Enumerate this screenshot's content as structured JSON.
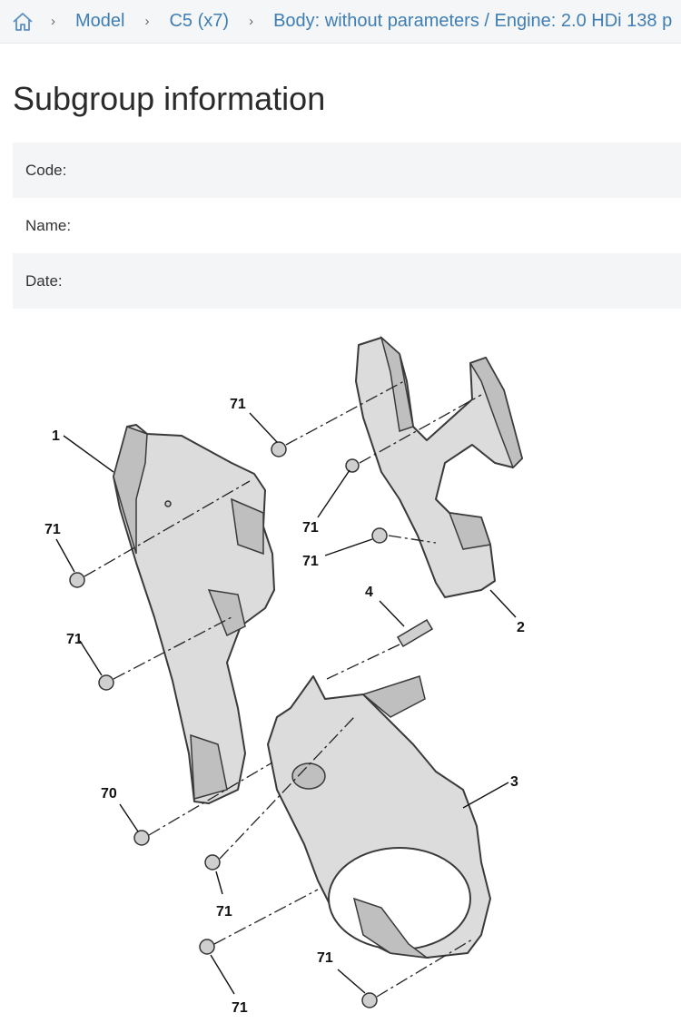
{
  "breadcrumb": {
    "items": [
      {
        "label": "Model"
      },
      {
        "label": "C5 (x7)"
      },
      {
        "label": "Body: without parameters / Engine: 2.0 HDi 138 p"
      }
    ]
  },
  "page": {
    "title": "Subgroup information"
  },
  "info": {
    "code_label": "Code:",
    "code_value": "",
    "name_label": "Name:",
    "name_value": "",
    "date_label": "Date:",
    "date_value": ""
  },
  "diagram": {
    "callouts": {
      "c1": "1",
      "c2": "2",
      "c3": "3",
      "c4": "4",
      "c70": "70",
      "c71a": "71",
      "c71b": "71",
      "c71c": "71",
      "c71d": "71",
      "c71e": "71",
      "c71f": "71",
      "c71g": "71",
      "c71h": "71"
    }
  }
}
